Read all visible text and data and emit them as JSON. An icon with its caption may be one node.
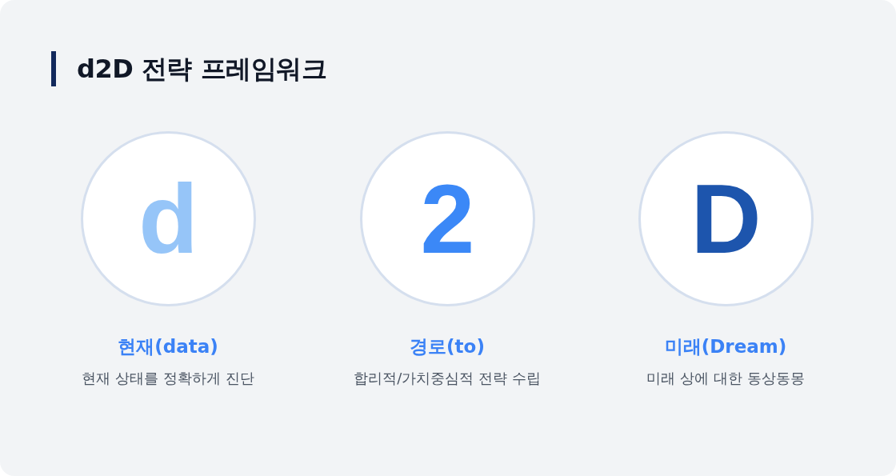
{
  "diagram": {
    "title": "d2D 전략 프레임워크",
    "nodes": [
      {
        "text": [
          "d"
        ],
        "beside": [
          "현재(data)",
          "현재 상태를 정확하게 진단"
        ]
      },
      {
        "text": [
          "2"
        ],
        "beside": [
          "경로(to)",
          "합리적/가치중심적 전략 수립"
        ]
      },
      {
        "text": [
          "D"
        ],
        "beside": [
          "미래(Dream)",
          "미래 상에 대한 동상동몽"
        ]
      }
    ]
  }
}
